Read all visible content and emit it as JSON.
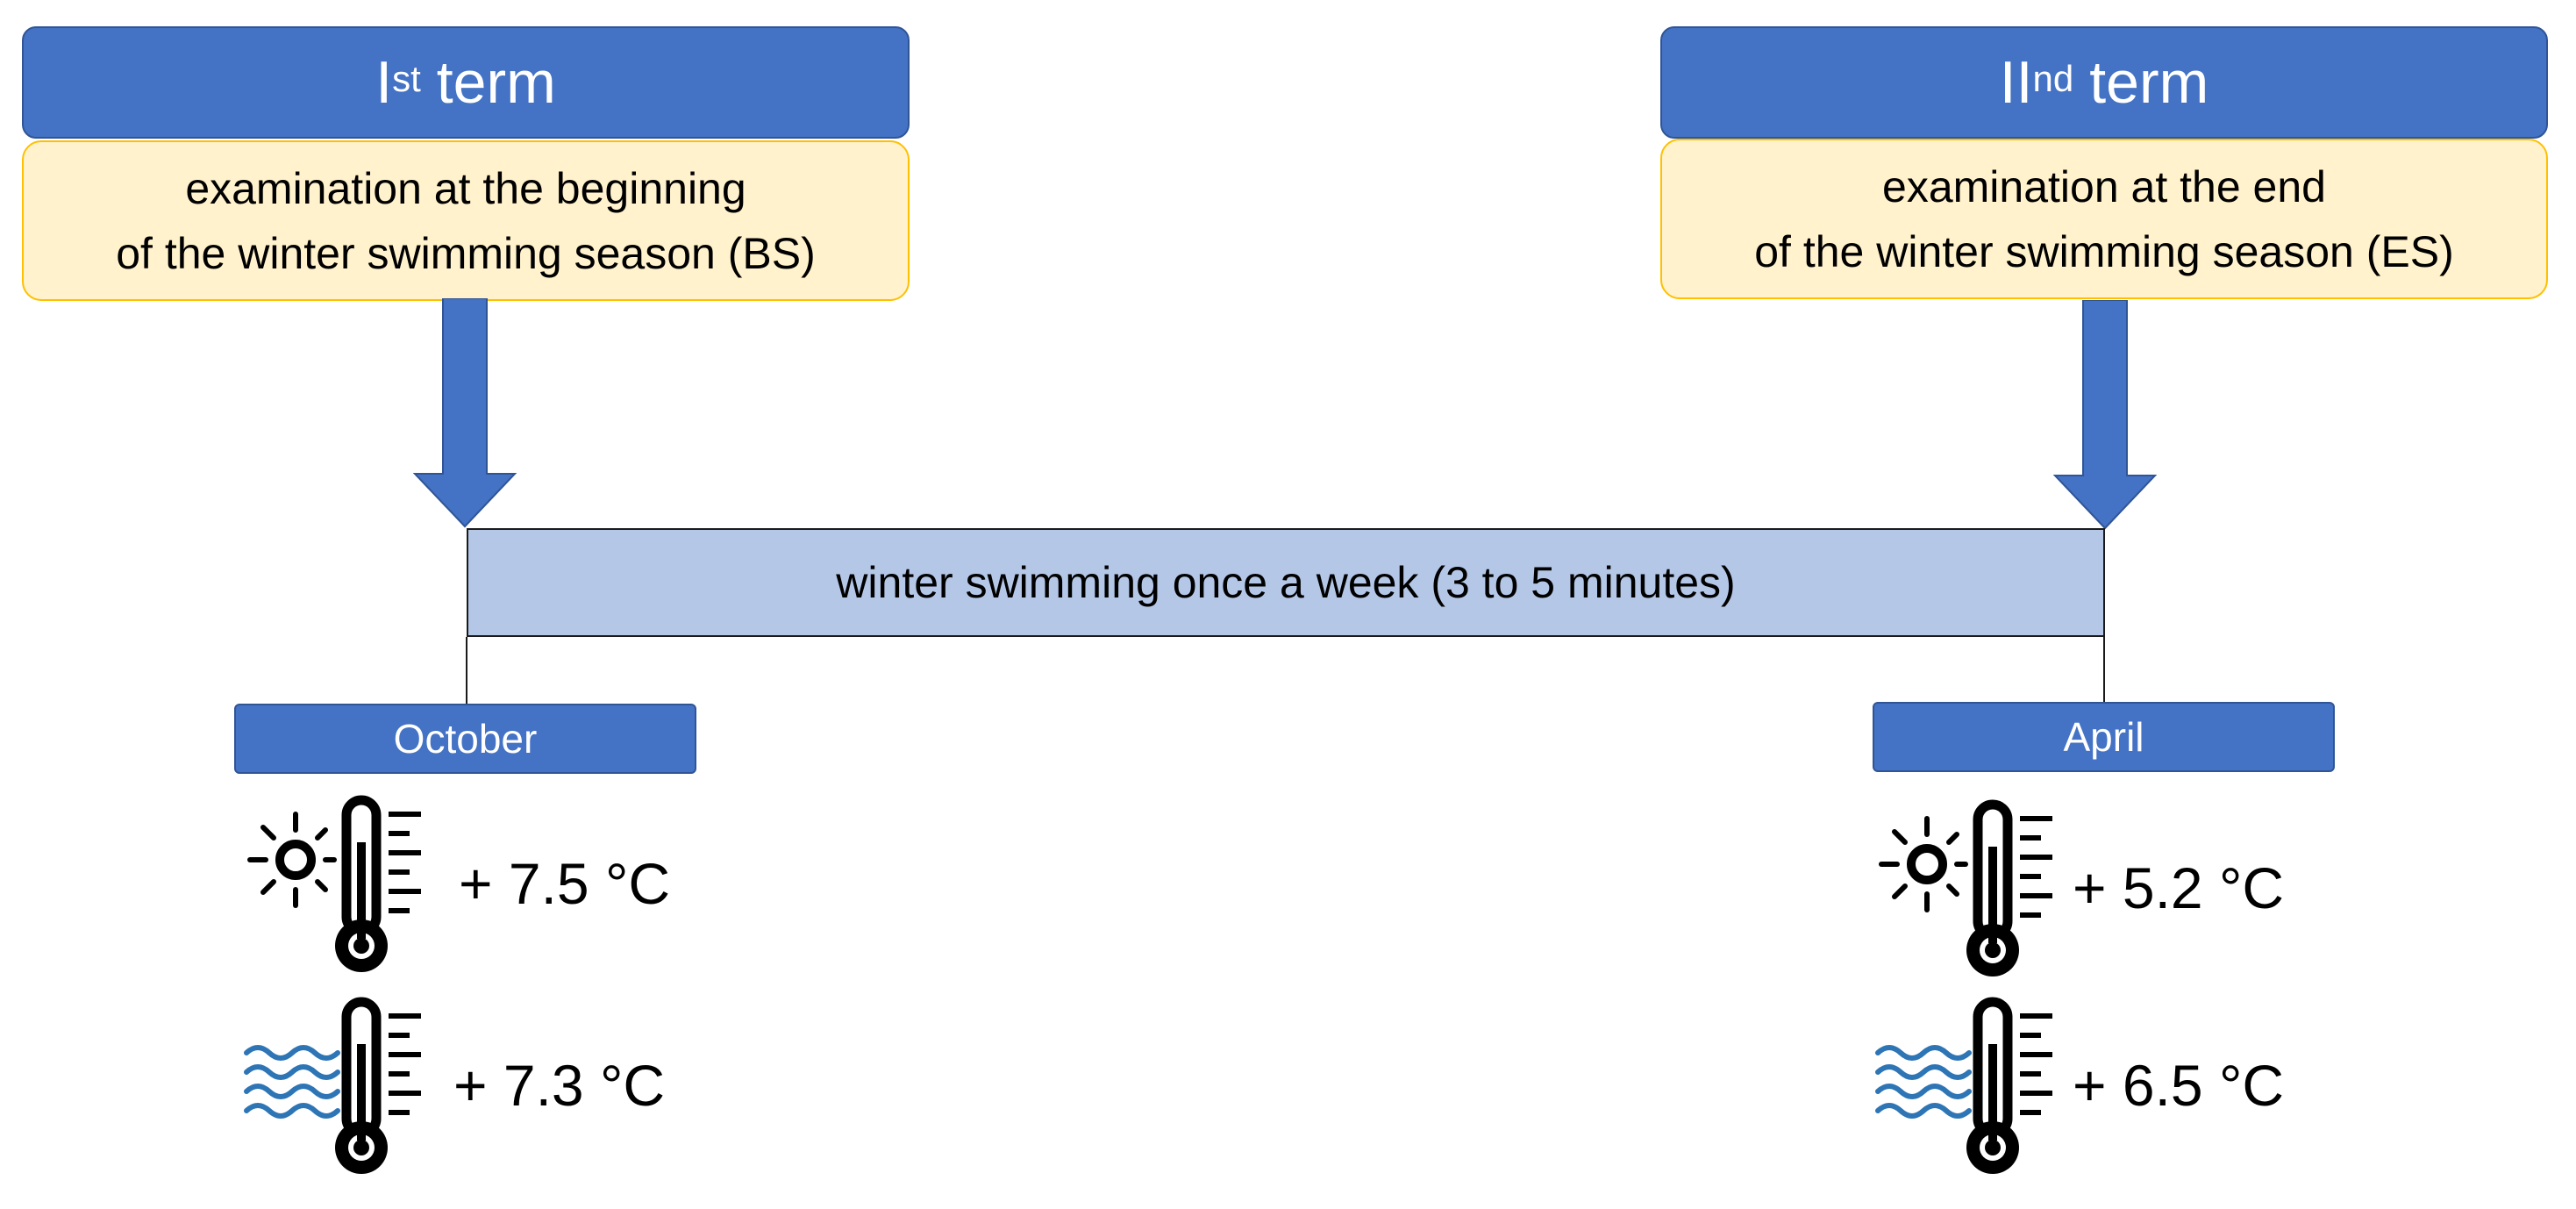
{
  "terms": [
    {
      "numeral": "I",
      "superscript": "st",
      "word": "term",
      "exam_line1": "examination at the beginning",
      "exam_line2": "of the winter swimming season (BS)"
    },
    {
      "numeral": "II",
      "superscript": "nd",
      "word": "term",
      "exam_line1": "examination at the end",
      "exam_line2": "of the winter swimming season (ES)"
    }
  ],
  "period": {
    "label": "winter swimming once a week (3 to 5 minutes)"
  },
  "months": [
    {
      "label": "October",
      "air_temp": "+ 7.5 °C",
      "water_temp": "+ 7.3 °C"
    },
    {
      "label": "April",
      "air_temp": "+ 5.2 °C",
      "water_temp": "+ 6.5 °C"
    }
  ],
  "icons": {
    "air": "sun-thermometer-icon",
    "water": "water-thermometer-icon"
  },
  "colors": {
    "header_blue": "#4472c4",
    "exam_fill": "#fff2cc",
    "exam_border": "#ffc000",
    "bar_fill": "#b4c7e7",
    "wave_blue": "#2e75b6"
  }
}
